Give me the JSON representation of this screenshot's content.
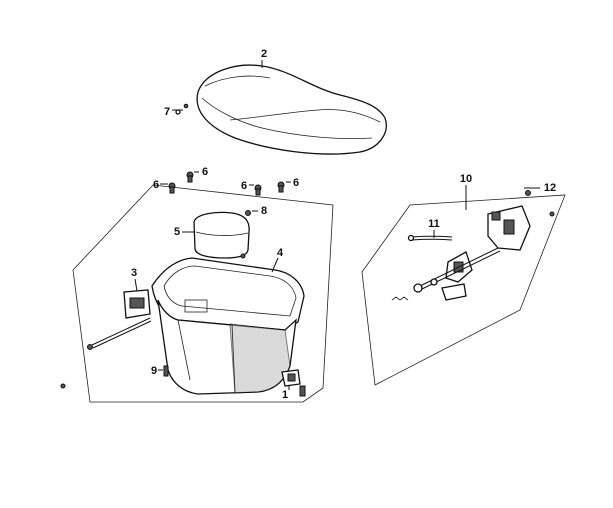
{
  "callouts": {
    "c1": "1",
    "c2": "2",
    "c3": "3",
    "c4": "4",
    "c5": "5",
    "c6a": "6",
    "c6b": "6",
    "c6c": "6",
    "c6d": "6",
    "c7": "7",
    "c8": "8",
    "c9": "9",
    "c10": "10",
    "c11": "11",
    "c12": "12"
  }
}
